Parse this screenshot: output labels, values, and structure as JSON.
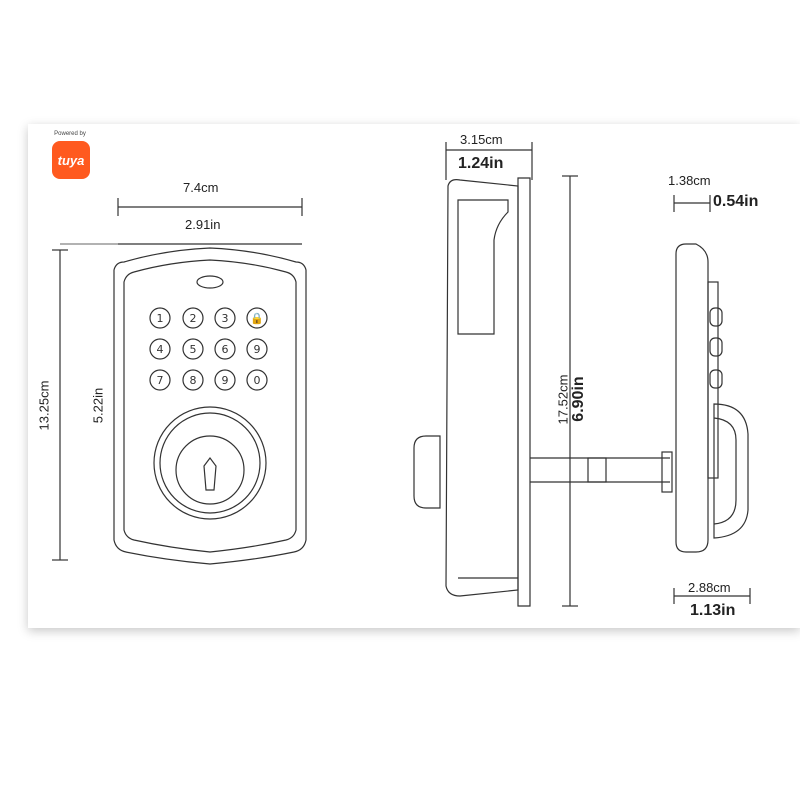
{
  "badge": {
    "powered_by": "Powered by",
    "brand": "tuya",
    "color": "#ff5a1f"
  },
  "front_view": {
    "width_cm": "7.4cm",
    "width_in": "2.91in",
    "height_cm": "13.25cm",
    "height_in": "5.22in",
    "keypad_keys": [
      "1",
      "2",
      "3",
      "🔒",
      "4",
      "5",
      "6",
      "9",
      "7",
      "8",
      "9",
      "0"
    ]
  },
  "side_view": {
    "depth_cm": "3.15cm",
    "depth_in": "1.24in",
    "length_cm": "17.52cm",
    "length_in": "6.90in"
  },
  "rear_view": {
    "top_cm": "1.38cm",
    "top_in": "0.54in",
    "bottom_cm": "2.88cm",
    "bottom_in": "1.13in"
  }
}
